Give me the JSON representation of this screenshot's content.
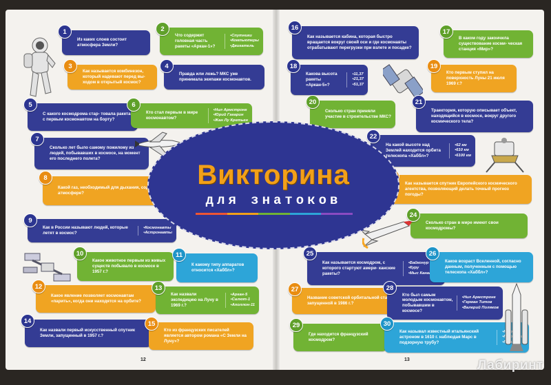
{
  "title": {
    "main": "Викторина",
    "sub": "для знатоков"
  },
  "page_numbers": {
    "left": "12",
    "right": "13"
  },
  "watermark": "Лабиринт",
  "colors": {
    "blue": "#343c94",
    "green": "#71b334",
    "orange": "#f0a422",
    "cyan": "#2da5d8",
    "title": "#f2a019",
    "oval": "#2e3592"
  },
  "questions": [
    {
      "n": "1",
      "q": "Из каких слоев состоит атмосфера Земли?",
      "opts": []
    },
    {
      "n": "2",
      "q": "Что содержит головная часть ракеты «Аркан-1»?",
      "opts": [
        "Спутники",
        "Компьютеры",
        "Двигатель"
      ]
    },
    {
      "n": "3",
      "q": "Как называется комбинезон, который надевают перед вы- ходом в открытый космос?",
      "opts": []
    },
    {
      "n": "4",
      "q": "Правда или ложь? МКС уже принимала экипажи космонавтов.",
      "opts": []
    },
    {
      "n": "5",
      "q": "С какого космодрома стар- товала ракета с первым космонавтом на борту?",
      "opts": []
    },
    {
      "n": "6",
      "q": "Кто стал первым в мире космонавтом?",
      "opts": [
        "Нил Армстронг",
        "Юрий Гагарин",
        "Жан Лу Кретьен"
      ]
    },
    {
      "n": "7",
      "q": "Сколько лет было самому пожилому из людей, побывавших в космосе, на момент его последнего полета?",
      "opts": []
    },
    {
      "n": "8",
      "q": "Какой газ, необходимый для дыхания, содержится в атмосфере?",
      "opts": []
    },
    {
      "n": "9",
      "q": "Как в России называют людей, которые летят в космос?",
      "opts": [
        "Космонавты",
        "Астронавты"
      ]
    },
    {
      "n": "10",
      "q": "Какое животное первым из живых существ побывало в космосе в 1957 г.?",
      "opts": []
    },
    {
      "n": "11",
      "q": "К какому типу аппаратов относится «Хаббл»?",
      "opts": []
    },
    {
      "n": "12",
      "q": "Какое явление позволяет космонавтам «парить», когда они находятся на орбите?",
      "opts": []
    },
    {
      "n": "13",
      "q": "Как назвали экспедицию на Луну в 1969 г.?",
      "opts": [
        "Аркан-5",
        "Салют-1",
        "Аполлон-11"
      ]
    },
    {
      "n": "14",
      "q": "Как назвали первый искусственный спутник Земли, запущенный в 1957 г.?",
      "opts": []
    },
    {
      "n": "15",
      "q": "Кто из французских писателей является автором романа «С Земли на Луну»?",
      "opts": []
    },
    {
      "n": "16",
      "q": "Как называется кабина, которая быстро вращается вокруг своей оси и где космонавты отрабатывают перегрузки при взлете и посадке?",
      "opts": []
    },
    {
      "n": "17",
      "q": "В каком году закончила существование косми- ческая станция «Мир»?",
      "opts": []
    },
    {
      "n": "18",
      "q": "Какова высота ракеты «Аркан-5»?",
      "opts": [
        "11,37",
        "21,37",
        "51,37"
      ]
    },
    {
      "n": "19",
      "q": "Кто первым ступил на поверхность Луны 21 июля 1969 г.?",
      "opts": []
    },
    {
      "n": "20",
      "q": "Сколько стран приняли участие в строительстве МКС?",
      "opts": []
    },
    {
      "n": "21",
      "q": "Траектория, которую описывает объект, находящийся в космосе, вокруг другого космического тела?",
      "opts": []
    },
    {
      "n": "22",
      "q": "На какой высоте над Землей находится орбита телескопа «Хаббл»?",
      "opts": [
        "62 км",
        "610 км",
        "6100 км"
      ]
    },
    {
      "n": "23",
      "q": "Как называется спутник Европейского космического агентства, позволяющий делать точный прогноз погоды?",
      "opts": []
    },
    {
      "n": "24",
      "q": "Сколько стран в мире имеют свои космодромы?",
      "opts": []
    },
    {
      "n": "25",
      "q": "Как называется космодром, с которого стартуют амери- канские ракеты?",
      "opts": [
        "Байконур",
        "Куру",
        "Мыс Канаверал"
      ]
    },
    {
      "n": "26",
      "q": "Каков возраст Вселенной, согласно данным, полученным с помощью телескопа «Хаббл»?",
      "opts": []
    },
    {
      "n": "27",
      "q": "Название советской орбитальной станции, запущенной в 1986 г.?",
      "opts": []
    },
    {
      "n": "28",
      "q": "Кто был самым молодым космонавтом, побывавшим в космосе?",
      "opts": [
        "Нил Армстронг",
        "Герман Титов",
        "Валерий Поляков"
      ]
    },
    {
      "n": "29",
      "q": "Где находится французский космодром?",
      "opts": []
    },
    {
      "n": "30",
      "q": "Как называл известный итальянский астроном в 1610 г. наблюдая Марс в подзорную трубу?",
      "opts": [
        "Ньютон",
        "Птолемей",
        "Галилей"
      ]
    }
  ]
}
